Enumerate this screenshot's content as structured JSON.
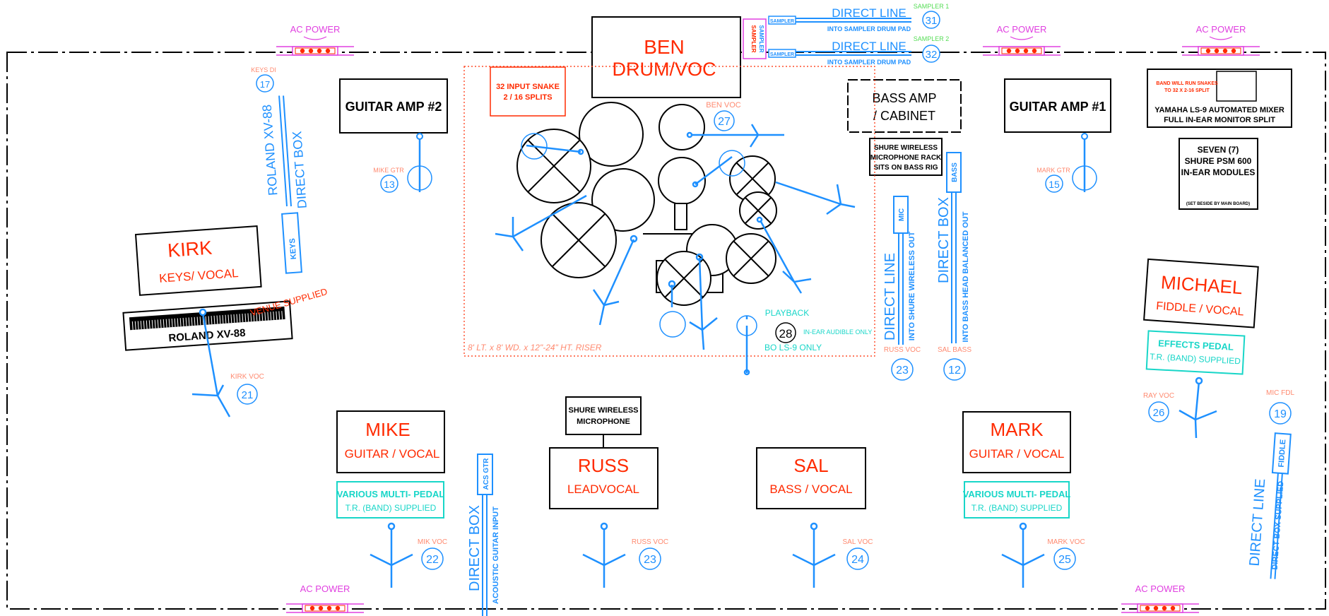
{
  "colors": {
    "outline": "#000000",
    "red": "#ff2a00",
    "blue": "#1e90ff",
    "cyan": "#18d6c8",
    "pink": "#e040e0",
    "faint": "#ff8a70",
    "green": "#55dd55"
  },
  "ac_power_label": "AC POWER",
  "performers": {
    "ben": {
      "line1": "BEN",
      "line2": "DRUM/VOC"
    },
    "kirk": {
      "line1": "KIRK",
      "line2": "KEYS/ VOCAL"
    },
    "mike": {
      "line1": "MIKE",
      "line2": "GUITAR / VOCAL"
    },
    "russ": {
      "line1": "RUSS",
      "line2": "LEADVOCAL"
    },
    "sal": {
      "line1": "SAL",
      "line2": "BASS / VOCAL"
    },
    "mark": {
      "line1": "MARK",
      "line2": "GUITAR / VOCAL"
    },
    "michael": {
      "line1": "MICHAEL",
      "line2": "FIDDLE / VOCAL"
    }
  },
  "equipment": {
    "guitar_amp_2": "GUITAR AMP #2",
    "guitar_amp_1": "GUITAR AMP #1",
    "bass_amp_1": "BASS AMP",
    "bass_amp_2": "/ CABINET",
    "snake_1": "32 INPUT SNAKE",
    "snake_2": "2 / 16 SPLITS",
    "shure_rack_1": "SHURE WIRELESS",
    "shure_rack_2": "MICROPHONE RACK",
    "shure_rack_3": "SITS ON BASS RIG",
    "mixer_small_1": "BAND WILL RUN SNAKES",
    "mixer_small_2": "TO 32 X 2-16 SPLIT",
    "mixer_1": "YAMAHA LS-9 AUTOMATED MIXER",
    "mixer_2": "FULL IN-EAR MONITOR SPLIT",
    "psm_1": "SEVEN (7)",
    "psm_2": "SHURE PSM 600",
    "psm_3": "IN-EAR MODULES",
    "psm_note": "(SET BESIDE BY MAIN BOARD)",
    "shure_mic_1": "SHURE WIRELESS",
    "shure_mic_2": "MICROPHONE",
    "keyboard": "ROLAND XV-88",
    "venue_supplied": "VENUE SUPPLIED",
    "riser": "8' LT. x 8' WD. x 12\"-24\" HT. RISER",
    "sampler_tag": "SAMPLER",
    "sampler_box": "SAMPLER",
    "playback": "PLAYBACK",
    "playback_note": "IN-EAR AUDIBLE ONLY",
    "playback_sub": "BO LS-9 ONLY",
    "pedal_multi_1": "VARIOUS MULTI- PEDAL",
    "pedal_multi_2": "T.R. (BAND) SUPPLIED",
    "pedal_fx_1": "EFFECTS PEDAL",
    "pedal_fx_2": "T.R. (BAND) SUPPLIED"
  },
  "direct_lines": {
    "sampler_31": {
      "title": "DIRECT LINE",
      "sub": "INTO SAMPLER DRUM PAD",
      "label": "SAMPLER 1",
      "num": "31"
    },
    "sampler_32": {
      "title": "DIRECT LINE",
      "sub": "INTO SAMPLER DRUM PAD",
      "label": "SAMPLER 2",
      "num": "32"
    },
    "roland": {
      "title1": "ROLAND XV-88",
      "title2": "DIRECT BOX",
      "tag": "KEYS",
      "label": "KEYS DI",
      "num": "17"
    },
    "shure_wireless": {
      "title": "DIRECT LINE",
      "sub": "INTO SHURE WIRELESS OUT",
      "tag": "MIC",
      "label": "RUSS VOC",
      "num": "23"
    },
    "bass": {
      "title": "DIRECT BOX",
      "sub": "INTO BASS HEAD BALANCED OUT",
      "tag": "BASS",
      "label": "SAL BASS",
      "num": "12"
    },
    "acoustic": {
      "title": "DIRECT BOX",
      "sub": "ACOUSTIC GUITAR INPUT",
      "tag": "ACS GTR"
    },
    "fiddle": {
      "title": "DIRECT LINE",
      "sub": "DIRECT BOX SUPPLIED",
      "tag": "FIDDLE",
      "label": "MIC FDL",
      "num": "19"
    }
  },
  "mic_labels": {
    "ben_voc": {
      "label": "BEN VOC",
      "num": "27"
    },
    "playback": {
      "num": "28"
    },
    "mike_gtr": {
      "label": "MIKE GTR",
      "num": "13"
    },
    "mark_gtr": {
      "label": "MARK GTR",
      "num": "15"
    },
    "kirk_voc": {
      "label": "KIRK VOC",
      "num": "21"
    },
    "mike_voc": {
      "label": "MIK VOC",
      "num": "22"
    },
    "russ_voc": {
      "label": "RUSS VOC",
      "num": "23"
    },
    "sal_voc": {
      "label": "SAL VOC",
      "num": "24"
    },
    "mark_voc": {
      "label": "MARK VOC",
      "num": "25"
    },
    "ray_voc": {
      "label": "RAY VOC",
      "num": "26"
    }
  }
}
